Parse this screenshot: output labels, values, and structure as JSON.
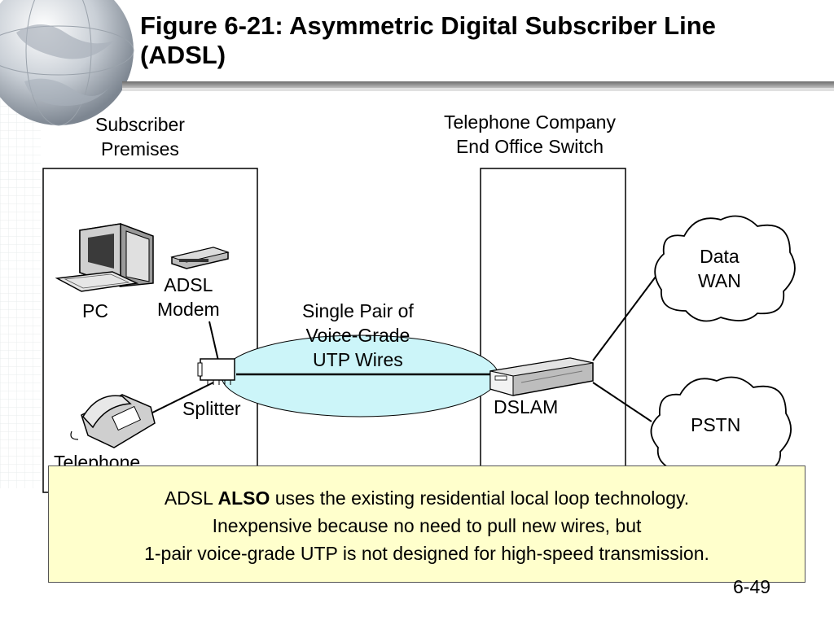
{
  "title": {
    "line1": "Figure 6-21: Asymmetric Digital Subscriber Line",
    "line2": "(ADSL)"
  },
  "diagram": {
    "subscriber_premises": [
      "Subscriber",
      "Premises"
    ],
    "end_office": [
      "Telephone Company",
      "End Office Switch"
    ],
    "pc": "PC",
    "adsl_modem": [
      "ADSL",
      "Modem"
    ],
    "splitter": "Splitter",
    "telephone": "Telephone",
    "wires": [
      "Single Pair of",
      "Voice-Grade",
      "UTP Wires"
    ],
    "dslam": "DSLAM",
    "data_wan": [
      "Data",
      "WAN"
    ],
    "pstn": "PSTN"
  },
  "note": {
    "line1_a": "ADSL ",
    "line1_b": "ALSO",
    "line1_c": " uses the existing residential local loop technology.",
    "line2": "Inexpensive because no need to pull new wires, but",
    "line3": "1-pair voice-grade UTP is not designed for high-speed transmission."
  },
  "page_number": "6-49",
  "colors": {
    "ellipse_fill": "#ccf5f9",
    "note_fill": "#ffffcc"
  }
}
